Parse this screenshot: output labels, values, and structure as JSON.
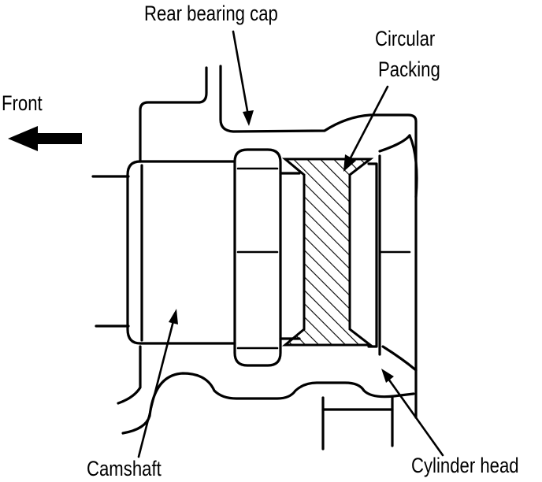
{
  "labels": {
    "rear_bearing_cap": "Rear bearing cap",
    "circular_line1": "Circular",
    "circular_line2": "Packing",
    "front": "Front",
    "camshaft": "Camshaft",
    "cylinder_head": "Cylinder head"
  },
  "colors": {
    "ink": "#000000",
    "background": "#ffffff"
  },
  "icons": {
    "front_direction": "arrow-left-icon"
  }
}
